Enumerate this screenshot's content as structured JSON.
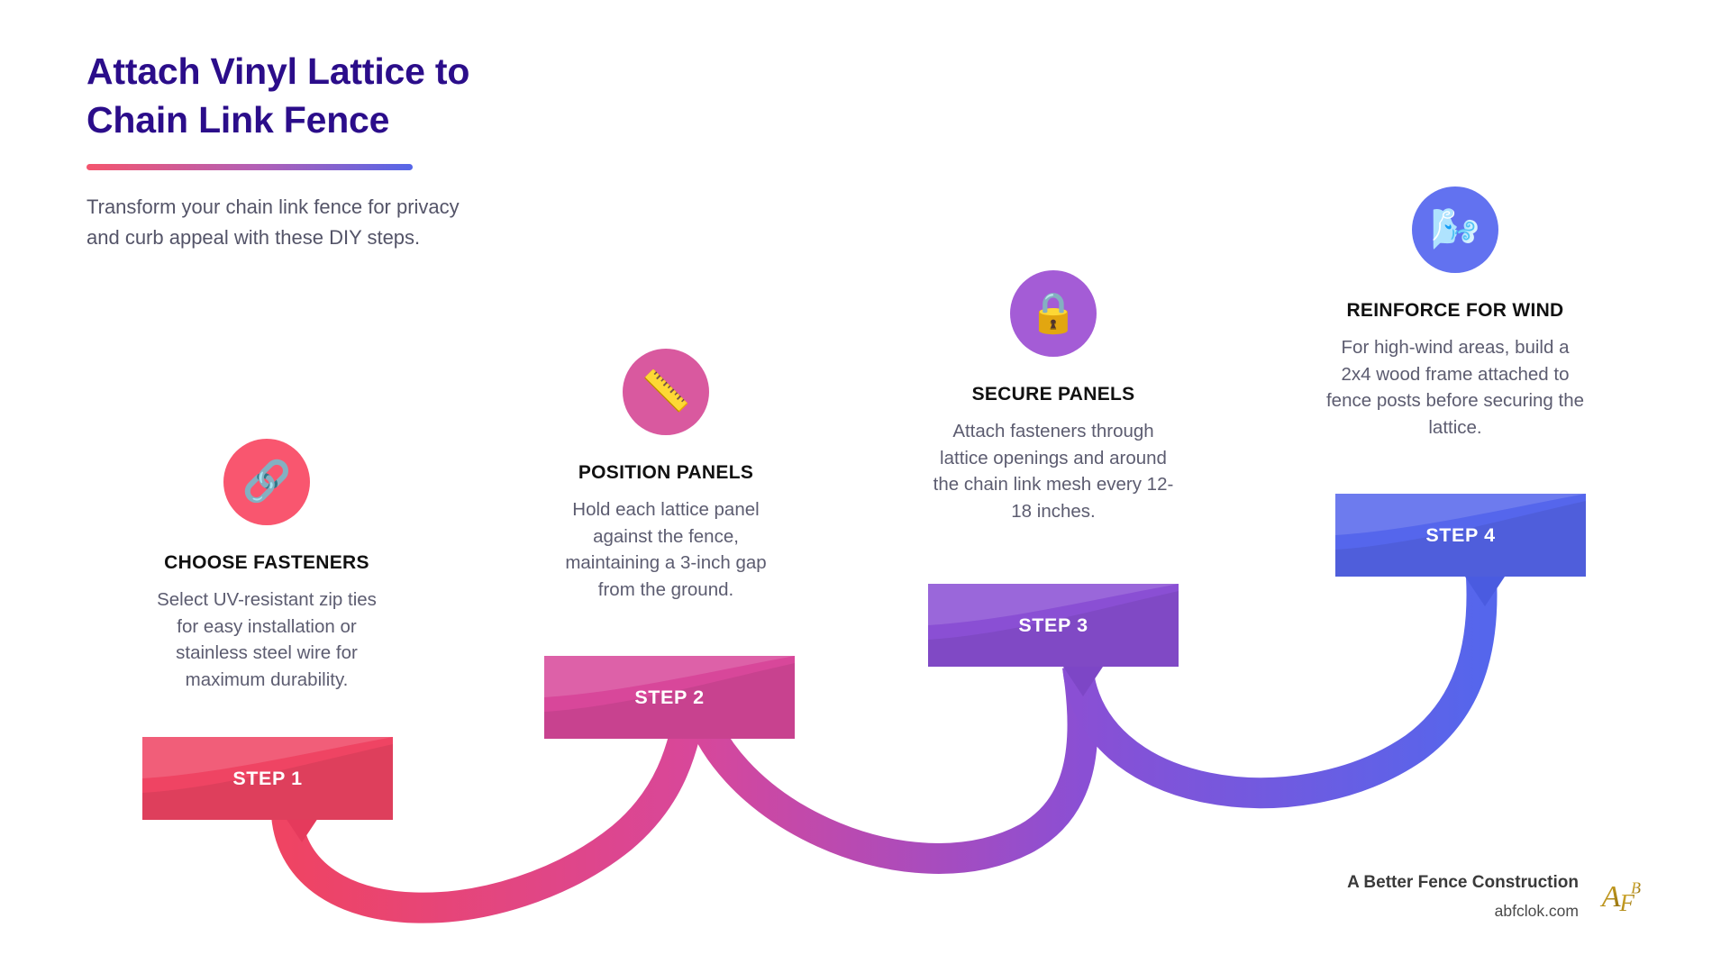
{
  "header": {
    "title_line1": "Attach Vinyl Lattice to",
    "title_line2": "Chain Link Fence",
    "subtitle": "Transform your chain link fence for privacy and curb appeal with these DIY steps.",
    "title_color": "#2b0d8a",
    "rule_from": "#f4556e",
    "rule_to": "#5566e8"
  },
  "steps": [
    {
      "icon": "chain-link-icon",
      "glyph": "🔗",
      "circle_color": "#f9566f",
      "heading": "CHOOSE FASTENERS",
      "description": "Select UV-resistant zip ties for easy installation or stainless steel wire for maximum durability.",
      "banner_label": "STEP 1",
      "banner_color": "#ef4463"
    },
    {
      "icon": "ruler-icon",
      "glyph": "📏",
      "circle_color": "#d9599f",
      "heading": "POSITION PANELS",
      "description": "Hold each lattice panel against the fence, maintaining a 3-inch gap from the ground.",
      "banner_label": "STEP 2",
      "banner_color": "#d8479a"
    },
    {
      "icon": "lock-icon",
      "glyph": "🔒",
      "circle_color": "#a45cd6",
      "heading": "SECURE PANELS",
      "description": "Attach fasteners through lattice openings and around the chain link mesh every 12-18 inches.",
      "banner_label": "STEP 3",
      "banner_color": "#8a4fd4"
    },
    {
      "icon": "wind-face-icon",
      "glyph": "🌬️",
      "circle_color": "#6272f0",
      "heading": "REINFORCE FOR WIND",
      "description": "For high-wind areas, build a 2x4 wood frame attached to fence posts before securing the lattice.",
      "banner_label": "STEP 4",
      "banner_color": "#5566ec"
    }
  ],
  "footer": {
    "brand": "A Better Fence Construction",
    "website": "abfclok.com",
    "logo_text": "AℰB",
    "logo_color": "#c9a227"
  }
}
